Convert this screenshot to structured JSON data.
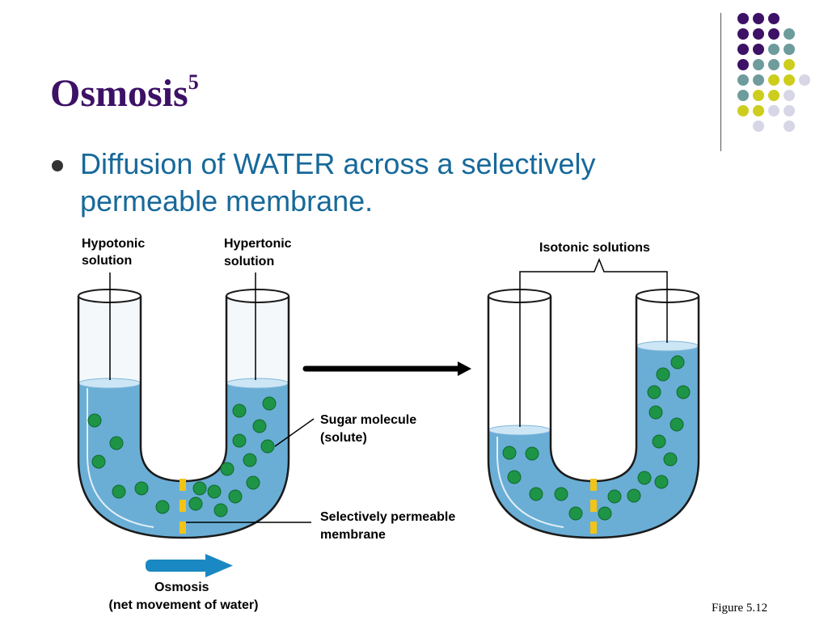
{
  "slide": {
    "title": "Osmosis",
    "title_superscript": "5",
    "bullets": [
      "Diffusion of WATER across a selectively permeable membrane."
    ],
    "figure_caption": "Figure 5.12"
  },
  "diagram": {
    "left_tube": {
      "left_arm_label": [
        "Hypotonic",
        "solution"
      ],
      "right_arm_label": [
        "Hypertonic",
        "solution"
      ]
    },
    "right_tube": {
      "arms_label": "Isotonic solutions"
    },
    "callouts": {
      "sugar_molecule": [
        "Sugar molecule",
        "(solute)"
      ],
      "membrane": [
        "Selectively permeable",
        "membrane"
      ]
    },
    "legend": {
      "arrow_label": [
        "Osmosis",
        "(net movement of water)"
      ]
    },
    "colors": {
      "water": "#6aaed6",
      "water_surface": "#cde6f5",
      "solute": "#1e9446",
      "membrane": "#f2c418",
      "osmosis_arrow": "#1a88c2"
    }
  },
  "decoration": {
    "dot_colors": {
      "purple": "#3d1166",
      "teal": "#6e9c9c",
      "yellow": "#cdcd1e",
      "lavender": "#d6d6e6"
    }
  }
}
